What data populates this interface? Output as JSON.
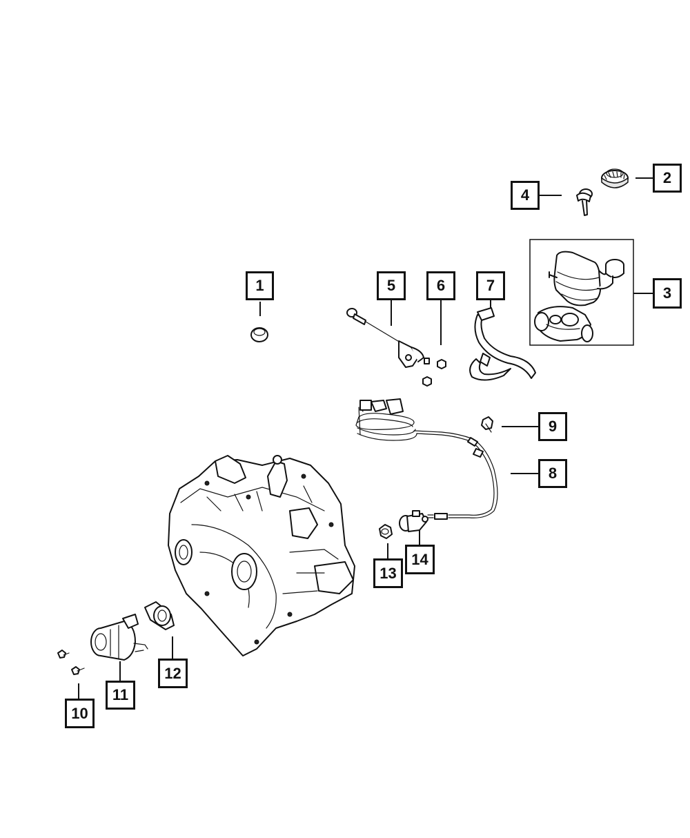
{
  "diagram": {
    "callouts": [
      {
        "id": "c1",
        "label": "1"
      },
      {
        "id": "c2",
        "label": "2"
      },
      {
        "id": "c3",
        "label": "3"
      },
      {
        "id": "c4",
        "label": "4"
      },
      {
        "id": "c5",
        "label": "5"
      },
      {
        "id": "c6",
        "label": "6"
      },
      {
        "id": "c7",
        "label": "7"
      },
      {
        "id": "c8",
        "label": "8"
      },
      {
        "id": "c9",
        "label": "9"
      },
      {
        "id": "c10",
        "label": "10"
      },
      {
        "id": "c11",
        "label": "11"
      },
      {
        "id": "c12",
        "label": "12"
      },
      {
        "id": "c13",
        "label": "13"
      },
      {
        "id": "c14",
        "label": "14"
      }
    ],
    "colors": {
      "ink": "#111111",
      "background": "#ffffff"
    }
  }
}
